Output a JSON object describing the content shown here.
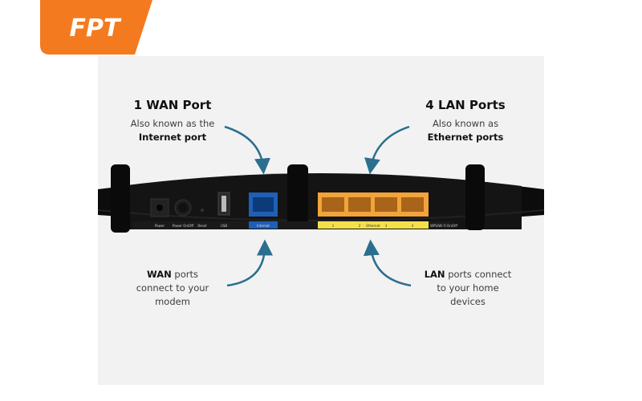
{
  "brand": {
    "logo_text": "FPT",
    "color": "#f47a20"
  },
  "wan": {
    "title": "1 WAN Port",
    "subtitle_line1": "Also known as the",
    "subtitle_line2": "Internet port",
    "desc_bold": "WAN",
    "desc_line1_rest": " ports",
    "desc_line2": "connect to your",
    "desc_line3": "modem"
  },
  "lan": {
    "title": "4 LAN Ports",
    "subtitle_line1": "Also known as",
    "subtitle_line2": "Ethernet ports",
    "desc_bold": "LAN",
    "desc_line1_rest": " ports connect",
    "desc_line2": "to your home",
    "desc_line3": "devices"
  },
  "router_labels": {
    "power": "Power",
    "power_onoff": "Power On/Off",
    "reset": "Reset",
    "usb": "USB",
    "internet": "Internet",
    "ethernet": "Ethernet",
    "port1": "1",
    "port2": "2",
    "port3": "3",
    "port4": "4",
    "wps": "WPS/Wi-Fi On/Off"
  },
  "colors": {
    "wan_port": "#1f5fb5",
    "lan_port": "#f2a33a",
    "lan_strip": "#f5e04a",
    "arrow": "#2b6f8f"
  }
}
